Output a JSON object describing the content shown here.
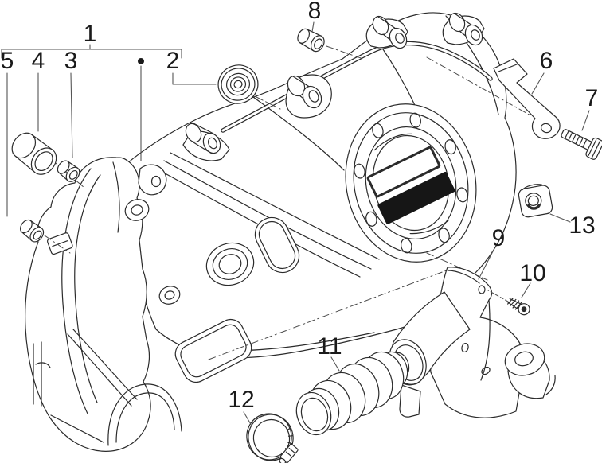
{
  "figure": {
    "type": "exploded-parts-diagram",
    "callouts": [
      {
        "label": "1"
      },
      {
        "label": "2"
      },
      {
        "label": "3"
      },
      {
        "label": "4"
      },
      {
        "label": "5"
      },
      {
        "label": "6"
      },
      {
        "label": "7"
      },
      {
        "label": "8"
      },
      {
        "label": "9"
      },
      {
        "label": "10"
      },
      {
        "label": "11"
      },
      {
        "label": "12"
      },
      {
        "label": "13"
      }
    ],
    "colors": {
      "line": "#2b2b2b",
      "leader": "#555555",
      "label": "#1a1a1a",
      "vent_fill": "#161616",
      "background": "#ffffff"
    }
  }
}
